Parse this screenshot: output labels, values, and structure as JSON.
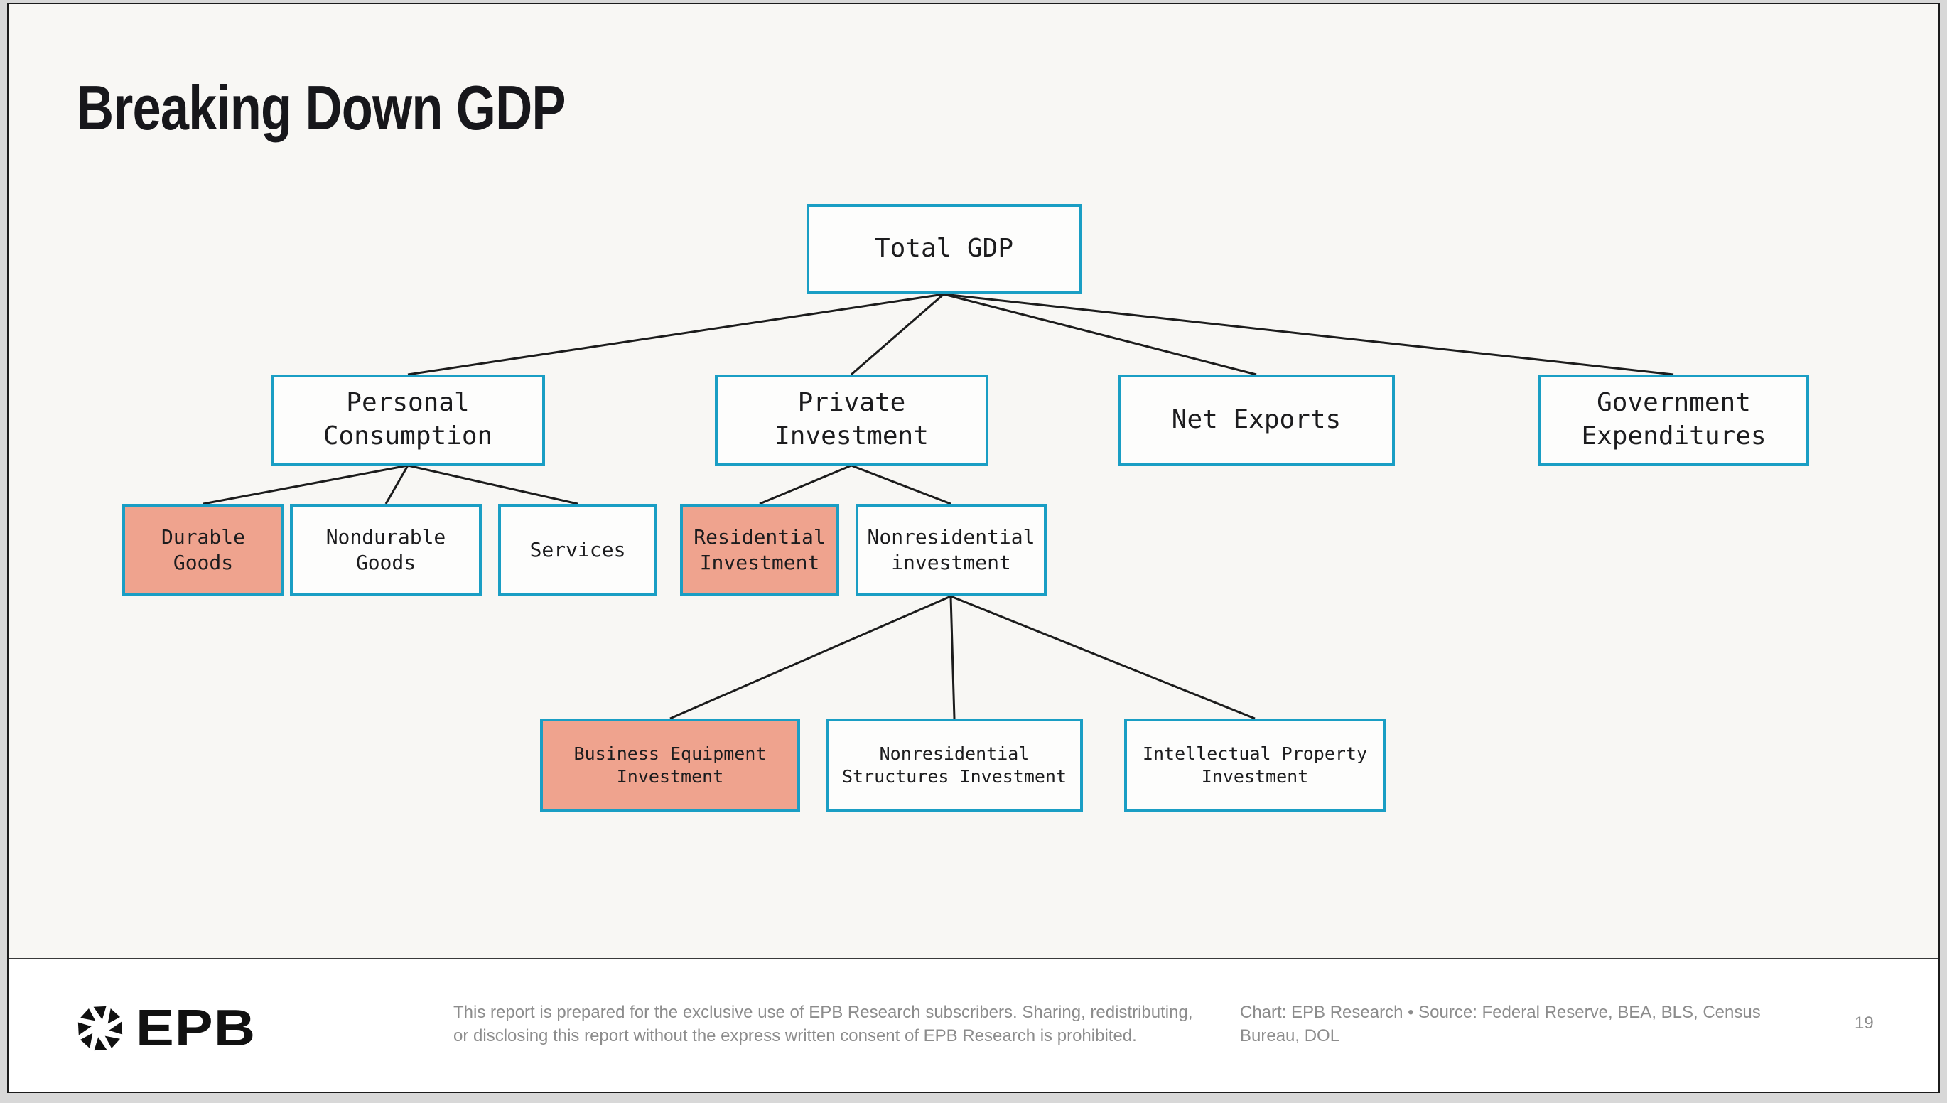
{
  "page": {
    "title": "Breaking Down GDP"
  },
  "tree": {
    "total_gdp": {
      "label": "Total GDP",
      "highlighted": false
    },
    "personal_consumption": {
      "label": "Personal\nConsumption",
      "highlighted": false
    },
    "private_investment": {
      "label": "Private\nInvestment",
      "highlighted": false
    },
    "net_exports": {
      "label": "Net Exports",
      "highlighted": false
    },
    "government_expenditures": {
      "label": "Government\nExpenditures",
      "highlighted": false
    },
    "durable_goods": {
      "label": "Durable\nGoods",
      "highlighted": true
    },
    "nondurable_goods": {
      "label": "Nondurable\nGoods",
      "highlighted": false
    },
    "services": {
      "label": "Services",
      "highlighted": false
    },
    "residential_investment": {
      "label": "Residential\nInvestment",
      "highlighted": true
    },
    "nonresidential_investment": {
      "label": "Nonresidential\ninvestment",
      "highlighted": false
    },
    "business_equipment_investment": {
      "label": "Business Equipment\nInvestment",
      "highlighted": true
    },
    "nonresidential_structures_investment": {
      "label": "Nonresidential\nStructures Investment",
      "highlighted": false
    },
    "intellectual_property_investment": {
      "label": "Intellectual Property\nInvestment",
      "highlighted": false
    }
  },
  "footer": {
    "logo_text": "EPB",
    "disclaimer": "This report is prepared for the exclusive use of EPB Research subscribers. Sharing, redistributing,\nor disclosing this report without the express written consent of EPB Research is prohibited.",
    "credit": "Chart: EPB Research  •  Source: Federal Reserve, BEA, BLS, Census\nBureau, DOL",
    "page_number": "19"
  },
  "colors": {
    "accent_border": "#1a9ec4",
    "highlight_fill": "#efa38e",
    "slide_background": "#f8f7f4",
    "footer_text_gray": "#8c8c8c",
    "connector_line": "#1c1c1c"
  }
}
